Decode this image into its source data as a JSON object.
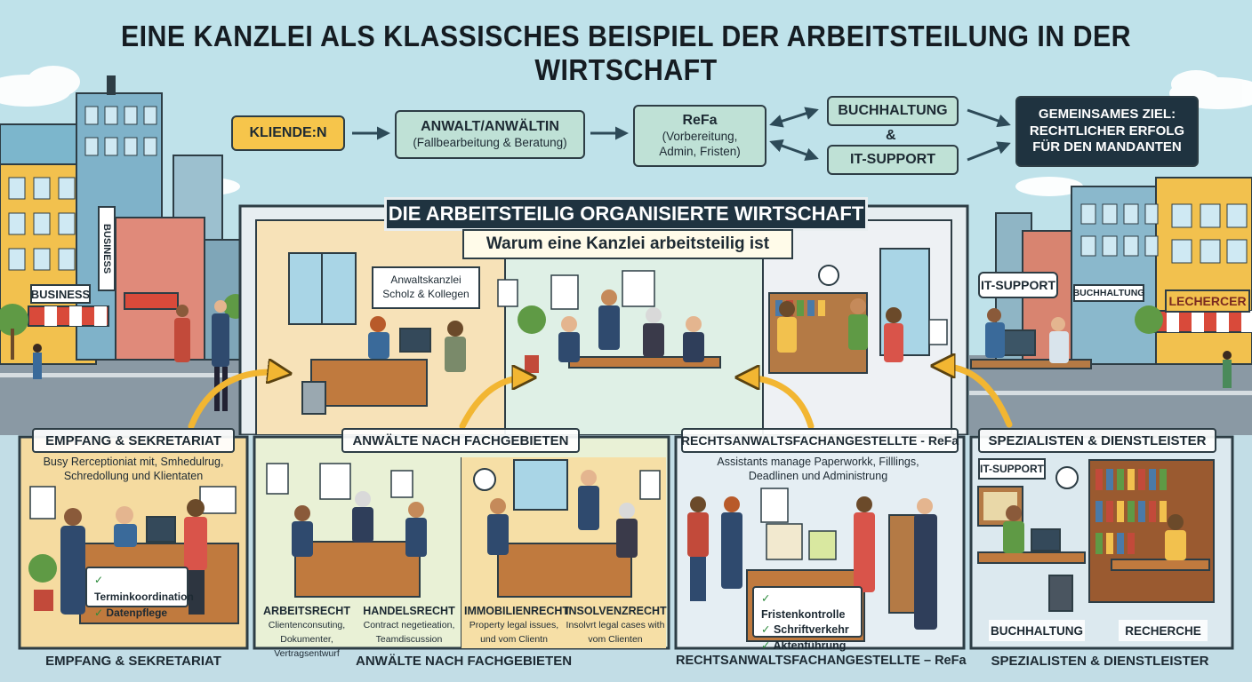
{
  "title": "EINE KANZLEI ALS KLASSISCHES BEISPIEL DER ARBEITSTEILUNG IN DER WIRTSCHAFT",
  "flow": {
    "client": "KLIENDE:N",
    "lawyer": {
      "title": "ANWALT/ANWÄLTIN",
      "sub": "(Fallbearbeitung & Beratung)"
    },
    "refa": {
      "title": "ReFa",
      "sub": "(Vorbereitung, Admin, Fristen)"
    },
    "buchhaltung": "BUCHHALTUNG",
    "amp": "&",
    "itsupport": "IT-SUPPORT",
    "goal": "GEMEINSAMES ZIEL: RECHTLICHER ERFOLG FÜR DEN MANDANTEN"
  },
  "banner": "DIE ARBEITSTEILIG ORGANISIERTE WIRTSCHAFT",
  "subbanner": "Warum eine Kanzlei arbeitsteilig ist",
  "street": {
    "business_sign": "BUSINESS",
    "vertical_sign": "BUSINESS",
    "it_sign": "IT-SUPPORT",
    "buch_sign": "BUCHHALTUNG",
    "shop_sign": "LECHERCER"
  },
  "office_sign": "Anwaltskanzlei Scholz & Kollegen",
  "panels": [
    {
      "head": "EMPFANG & SEKRETARIAT",
      "desc": "Busy Rerceptioniat mit, Smhedulrug, Schredollung und Klientaten",
      "items": [
        "Terminkoordination",
        "Datenpflege"
      ],
      "label": "EMPFANG & SEKRETARIAT"
    },
    {
      "head": "ANWÄLTE NACH FACHGEBIETEN",
      "areas": [
        {
          "name": "ARBEITSRECHT",
          "desc": "Clientenconsuting, Dokumenter, Vertragsentwurf"
        },
        {
          "name": "HANDELSRECHT",
          "desc": "Contract negetieation, Teamdiscussion"
        },
        {
          "name": "IMMOBILIENRECHT",
          "desc": "Property legal issues, und vom Clientn"
        },
        {
          "name": "INSOLVENZRECHT",
          "desc": "Insolvrt legal cases with vom Clienten"
        }
      ],
      "label": "ANWÄLTE NACH FACHGEBIETEN"
    },
    {
      "head": "RECHTSANWALTSFACHANGESTELLTE - ReFa",
      "desc": "Assistants manage Paperworkk, Filllings, Deadlinen und Administrung",
      "items": [
        "Fristenkontrolle",
        "Schriftverkehr",
        "Aktenführung"
      ],
      "label": "RECHTSANWALTSFACHANGESTELLTE – ReFa"
    },
    {
      "head": "SPEZIALISTEN & DIENSTLEISTER",
      "it_sign": "IT-SUPPORT",
      "buch": "BUCHHALTUNG",
      "recherche": "RECHERCHE",
      "label": "SPEZIALISTEN & DIENSTLEISTER"
    }
  ],
  "colors": {
    "sky": "#b9dce6",
    "client": "#f6c54b",
    "flowbox": "#bfe1d6",
    "goal": "#1f3340",
    "banner": "#1f3340",
    "arrow": "#f2b632"
  }
}
